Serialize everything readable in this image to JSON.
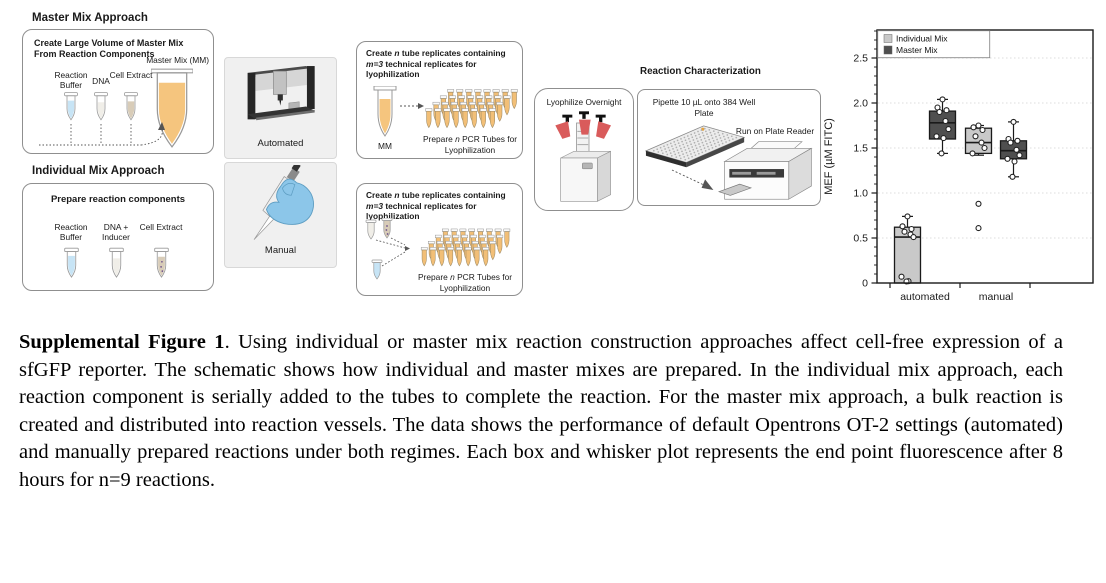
{
  "schematic": {
    "master_mix": {
      "title": "Master Mix Approach",
      "heading": "Create Large Volume of Master Mix From Reaction Components",
      "tubes": [
        "Reaction Buffer",
        "DNA",
        "Cell Extract"
      ],
      "result_label": "Master Mix (MM)"
    },
    "individual_mix": {
      "title": "Individual Mix Approach",
      "heading": "Prepare reaction components",
      "tubes": [
        "Reaction Buffer",
        "DNA + Inducer",
        "Cell Extract"
      ]
    },
    "automated_label": "Automated",
    "manual_label": "Manual",
    "replicates": {
      "heading_a": "Create ",
      "heading_n": "n",
      "heading_b": " tube replicates containing ",
      "heading_m": "m=3",
      "heading_c": " technical replicates for lyophilization",
      "mm_label": "MM",
      "caption_a": "Prepare ",
      "caption_n": "n",
      "caption_b": " PCR Tubes for Lyophilization"
    },
    "lyophilize_label": "Lyophilize Overnight",
    "characterization": {
      "title": "Reaction Characterization",
      "pipette_step": "Pipette 10 µL onto 384 Well Plate",
      "reader_step": "Run on Plate Reader"
    }
  },
  "chart_data": {
    "type": "boxplot",
    "title": "",
    "ylabel": "MEF (µM FITC)",
    "ylim": [
      0,
      2.81
    ],
    "yticks": [
      0,
      0.5,
      1.0,
      1.5,
      2.0,
      2.5
    ],
    "ytick_labels": [
      "0",
      "0.5",
      "1.0",
      "1.5",
      "2.0",
      "2.5"
    ],
    "minor_tick_step": 0.1,
    "grid": "dotted-horizontal-at-major-ticks",
    "categories": [
      "automated",
      "manual"
    ],
    "legend": {
      "position": "top-left",
      "entries": [
        "Individual Mix",
        "Master Mix"
      ]
    },
    "series": [
      {
        "name": "Individual Mix",
        "color": "#c9c9c9",
        "boxes": [
          {
            "category": "automated",
            "whisker_low": 0.0,
            "q1": 0.0,
            "median": 0.51,
            "q3": 0.62,
            "whisker_high": 0.74,
            "points": [
              0.74,
              0.63,
              0.6,
              0.57,
              0.54,
              0.51,
              0.07,
              0.02,
              0.01
            ],
            "outliers": []
          },
          {
            "category": "manual",
            "whisker_low": 1.42,
            "q1": 1.44,
            "median": 1.56,
            "q3": 1.72,
            "whisker_high": 1.75,
            "points": [
              1.75,
              1.73,
              1.7,
              1.63,
              1.56,
              1.5,
              1.44
            ],
            "outliers": [
              0.88,
              0.61
            ]
          }
        ]
      },
      {
        "name": "Master Mix",
        "color": "#4f4f4f",
        "boxes": [
          {
            "category": "automated",
            "whisker_low": 1.44,
            "q1": 1.6,
            "median": 1.78,
            "q3": 1.91,
            "whisker_high": 2.04,
            "points": [
              2.04,
              1.95,
              1.92,
              1.9,
              1.8,
              1.71,
              1.63,
              1.61,
              1.44
            ],
            "outliers": []
          },
          {
            "category": "manual",
            "whisker_low": 1.18,
            "q1": 1.38,
            "median": 1.47,
            "q3": 1.58,
            "whisker_high": 1.79,
            "points": [
              1.79,
              1.6,
              1.58,
              1.56,
              1.48,
              1.42,
              1.38,
              1.35,
              1.18
            ],
            "outliers": []
          }
        ]
      }
    ]
  },
  "caption": {
    "label": "Supplemental Figure 1",
    "body": ".  Using individual or master mix reaction construction approaches affect cell-free expression of a sfGFP reporter. The schematic shows how individual and master mixes are prepared. In the individual mix approach, each reaction component is serially added to the tubes to complete the reaction. For the master mix approach, a bulk reaction is created and distributed into reaction vessels. The data shows the performance of default Opentrons OT-2 settings (automated) and manually prepared reactions under both regimes. Each box and whisker plot represents the end point fluorescence after 8 hours for n=9 reactions."
  },
  "colors": {
    "individual_mix_fill": "#c9c9c9",
    "master_mix_fill": "#4f4f4f",
    "master_mix_liquid": "#f5c57e",
    "reaction_buffer_liquid": "#c7e4f5",
    "dna_liquid": "#f0eee8",
    "cell_extract_liquid": "#d8ccb8",
    "glove_blue": "#8cc6e9",
    "lyophilizer_flask_red": "#d95b5b",
    "panel_gray": "#f0f0f0"
  }
}
